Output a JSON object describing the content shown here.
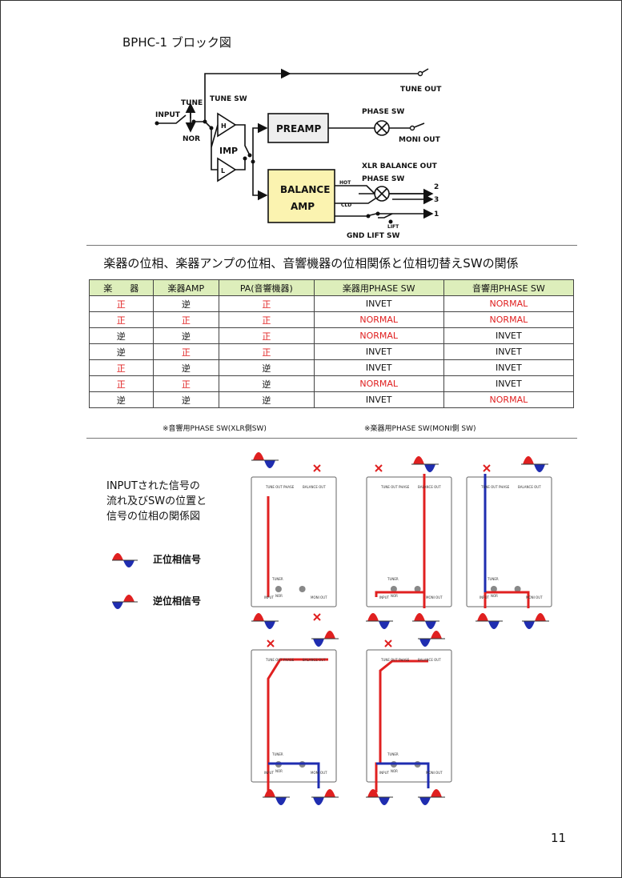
{
  "title": "BPHC-1 ブロック図",
  "block_diagram": {
    "input": "INPUT",
    "tune": "TUNE",
    "nor": "NOR",
    "tune_sw": "TUNE SW",
    "imp": "IMP",
    "h": "H",
    "l": "L",
    "preamp": "PREAMP",
    "balance_amp_1": "BALANCE",
    "balance_amp_2": "AMP",
    "tune_out": "TUNE OUT",
    "phase_sw_1": "PHASE SW",
    "moni_out": "MONI OUT",
    "xlr_balance_out": "XLR BALANCE OUT",
    "phase_sw_2": "PHASE SW",
    "hot": "HOT",
    "cld": "CLD",
    "pin2": "2",
    "pin3": "3",
    "pin1": "1",
    "lift": "LIFT",
    "gnd_lift_sw": "GND LIFT SW"
  },
  "section_heading": "楽器の位相、楽器アンプの位相、音響機器の位相関係と位相切替えSWの関係",
  "table": {
    "headers": [
      "楽　　器",
      "楽器AMP",
      "PA(音響機器)",
      "楽器用PHASE SW",
      "音響用PHASE SW"
    ],
    "rows": [
      [
        {
          "t": "正",
          "r": true
        },
        {
          "t": "逆",
          "r": false
        },
        {
          "t": "正",
          "r": true
        },
        {
          "t": "INVET",
          "r": false
        },
        {
          "t": "NORMAL",
          "r": true
        }
      ],
      [
        {
          "t": "正",
          "r": true
        },
        {
          "t": "正",
          "r": true
        },
        {
          "t": "正",
          "r": true
        },
        {
          "t": "NORMAL",
          "r": true
        },
        {
          "t": "NORMAL",
          "r": true
        }
      ],
      [
        {
          "t": "逆",
          "r": false
        },
        {
          "t": "逆",
          "r": false
        },
        {
          "t": "正",
          "r": true
        },
        {
          "t": "NORMAL",
          "r": true
        },
        {
          "t": "INVET",
          "r": false
        }
      ],
      [
        {
          "t": "逆",
          "r": false
        },
        {
          "t": "正",
          "r": true
        },
        {
          "t": "正",
          "r": true
        },
        {
          "t": "INVET",
          "r": false
        },
        {
          "t": "INVET",
          "r": false
        }
      ],
      [
        {
          "t": "正",
          "r": true
        },
        {
          "t": "逆",
          "r": false
        },
        {
          "t": "逆",
          "r": false
        },
        {
          "t": "INVET",
          "r": false
        },
        {
          "t": "INVET",
          "r": false
        }
      ],
      [
        {
          "t": "正",
          "r": true
        },
        {
          "t": "正",
          "r": true
        },
        {
          "t": "逆",
          "r": false
        },
        {
          "t": "NORMAL",
          "r": true
        },
        {
          "t": "INVET",
          "r": false
        }
      ],
      [
        {
          "t": "逆",
          "r": false
        },
        {
          "t": "逆",
          "r": false
        },
        {
          "t": "逆",
          "r": false
        },
        {
          "t": "INVET",
          "r": false
        },
        {
          "t": "NORMAL",
          "r": true
        }
      ]
    ]
  },
  "notes": {
    "left": "※音響用PHASE SW(XLR側SW)",
    "right": "※楽器用PHASE SW(MONI側 SW)"
  },
  "flow_title": [
    "INPUTされた信号の",
    "流れ及びSWの位置と",
    "信号の位相の関係図"
  ],
  "legend": {
    "positive": "正位相信号",
    "negative": "逆位相信号"
  },
  "panel_labels": {
    "input": "INPUT",
    "tune_out": "TUNE OUT",
    "balance_out": "BALANCE OUT",
    "moni_out": "MONI OUT",
    "phase": "PHASE",
    "tuner": "TUNER",
    "nor": "NOR"
  },
  "colors": {
    "signal_positive": "#e02020",
    "signal_negative": "#1f2db0",
    "table_header": "#ddeebb",
    "amp_box": "#fbf3b0"
  },
  "page_number": "11"
}
